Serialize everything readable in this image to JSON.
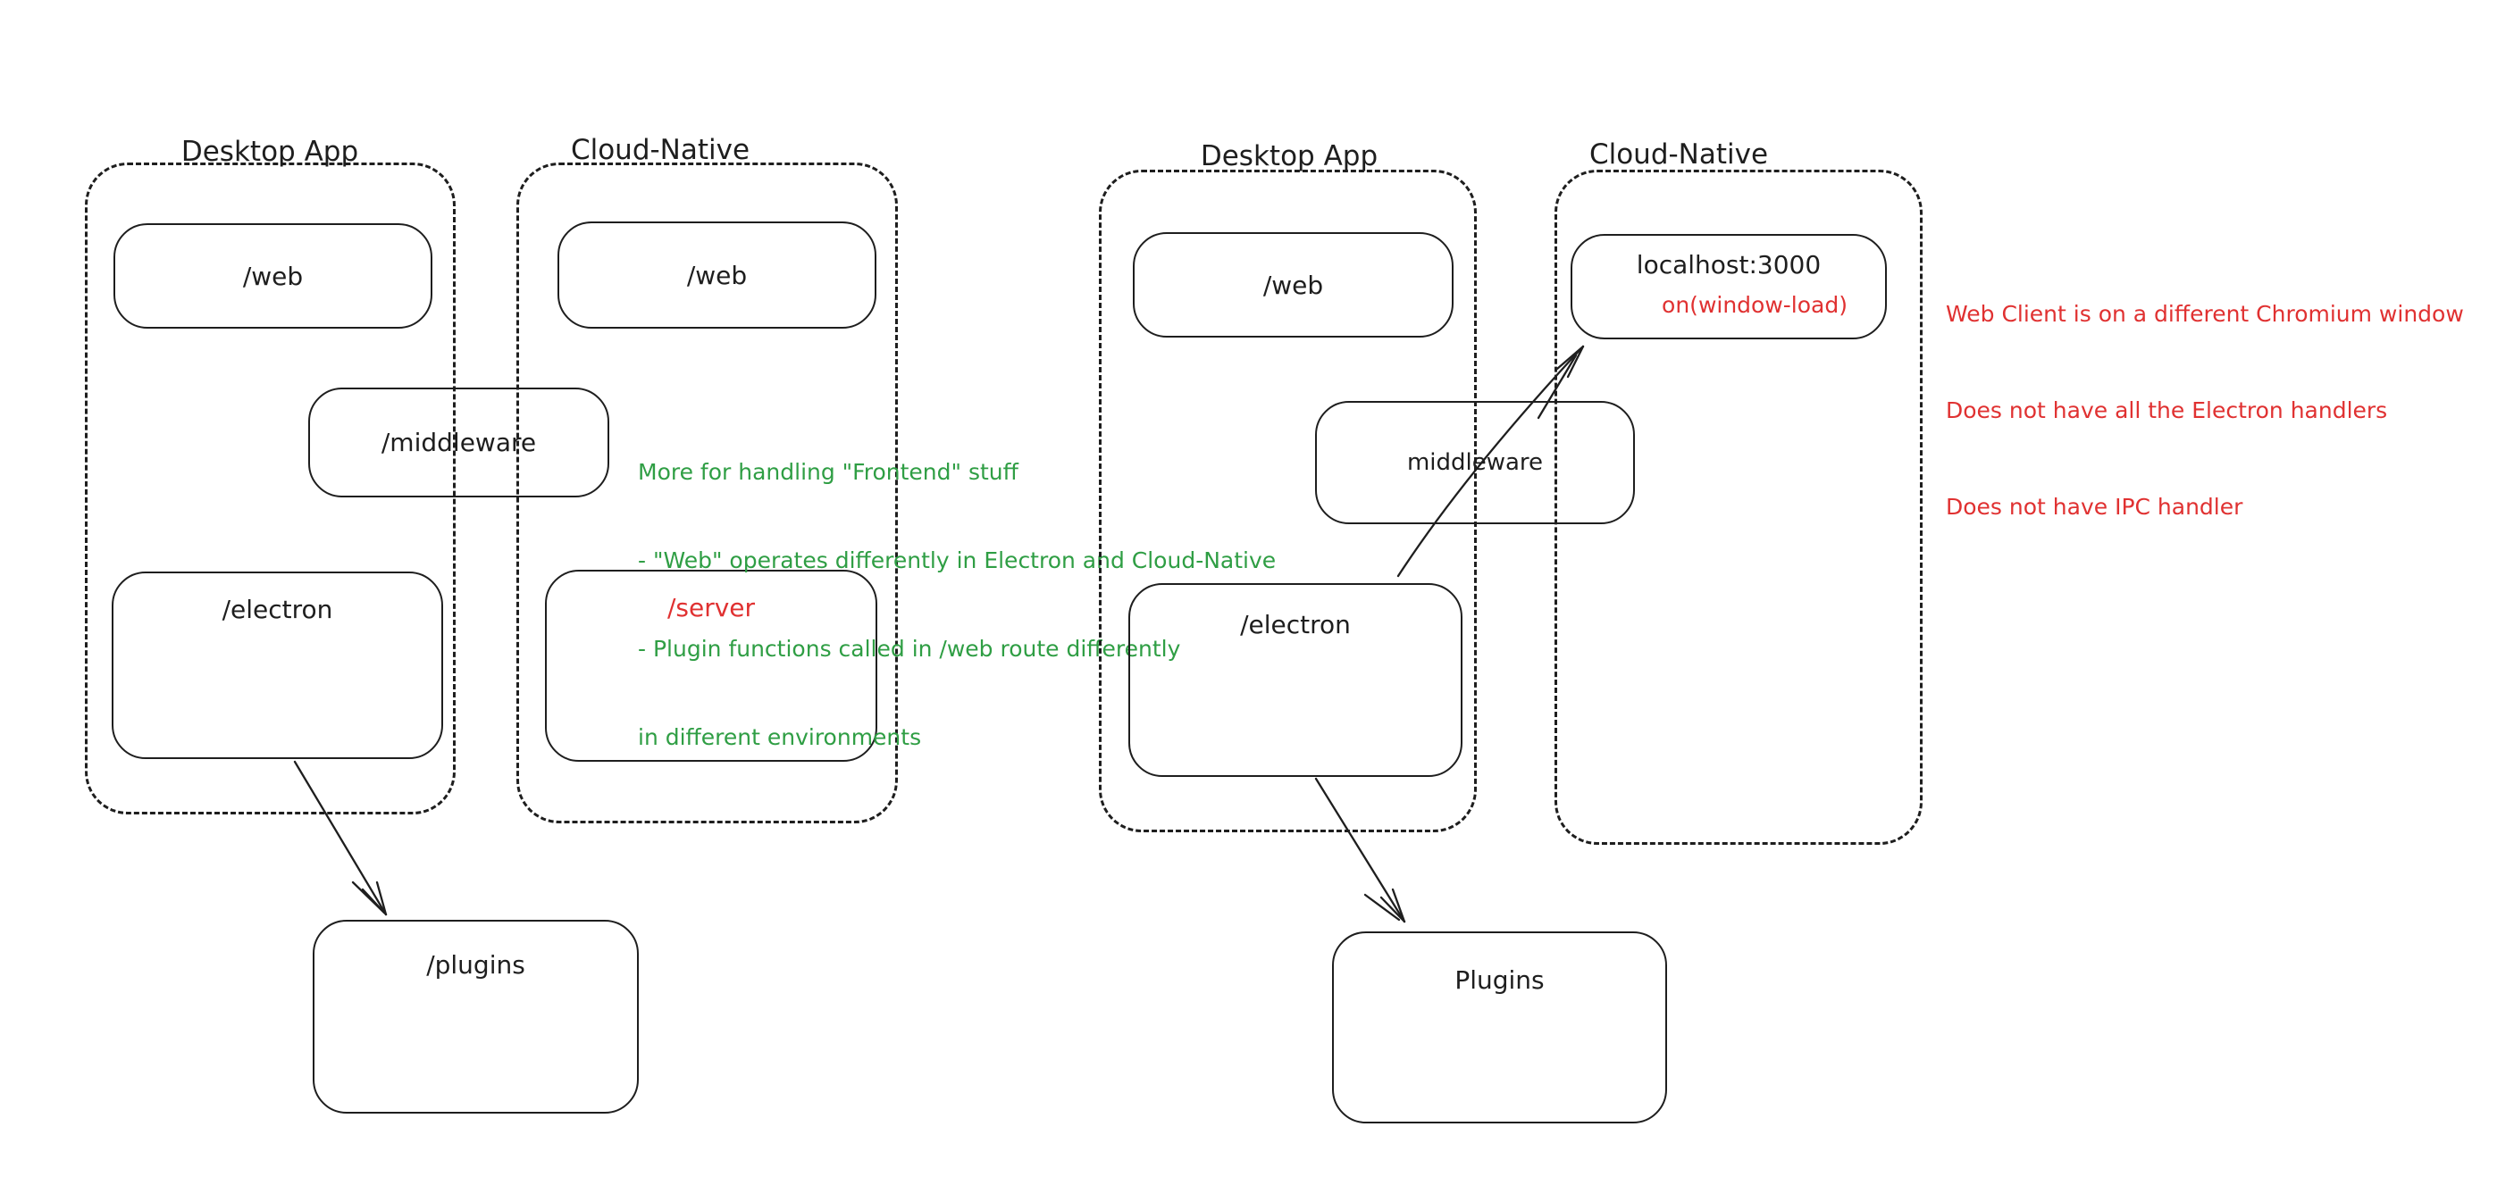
{
  "colors": {
    "ink": "#1e1e1e",
    "red": "#e03131",
    "green": "#2f9e44",
    "bg": "#ffffff"
  },
  "left_diagram": {
    "desktop_label": "Desktop App",
    "cloud_label": "Cloud-Native",
    "web_desktop_box": "/web",
    "web_cloud_box": "/web",
    "middleware_box": "/middleware",
    "electron_box": "/electron",
    "server_box": "/server",
    "plugins_box": "/plugins"
  },
  "green_note": {
    "lines": [
      "More for handling \"Frontend\" stuff",
      "- \"Web\" operates differently in Electron and Cloud-Native",
      "- Plugin functions called in /web route differently",
      "in different environments"
    ]
  },
  "right_diagram": {
    "desktop_label": "Desktop App",
    "cloud_label": "Cloud-Native",
    "web_box": "/web",
    "localhost_box": "localhost:3000",
    "window_load_label": "on(window-load)",
    "middleware_box": "middleware",
    "electron_box": "/electron",
    "plugins_box": "Plugins"
  },
  "red_note": {
    "lines": [
      "Web Client is on a different Chromium window",
      "Does not have all the Electron handlers",
      "Does not have IPC handler"
    ]
  }
}
